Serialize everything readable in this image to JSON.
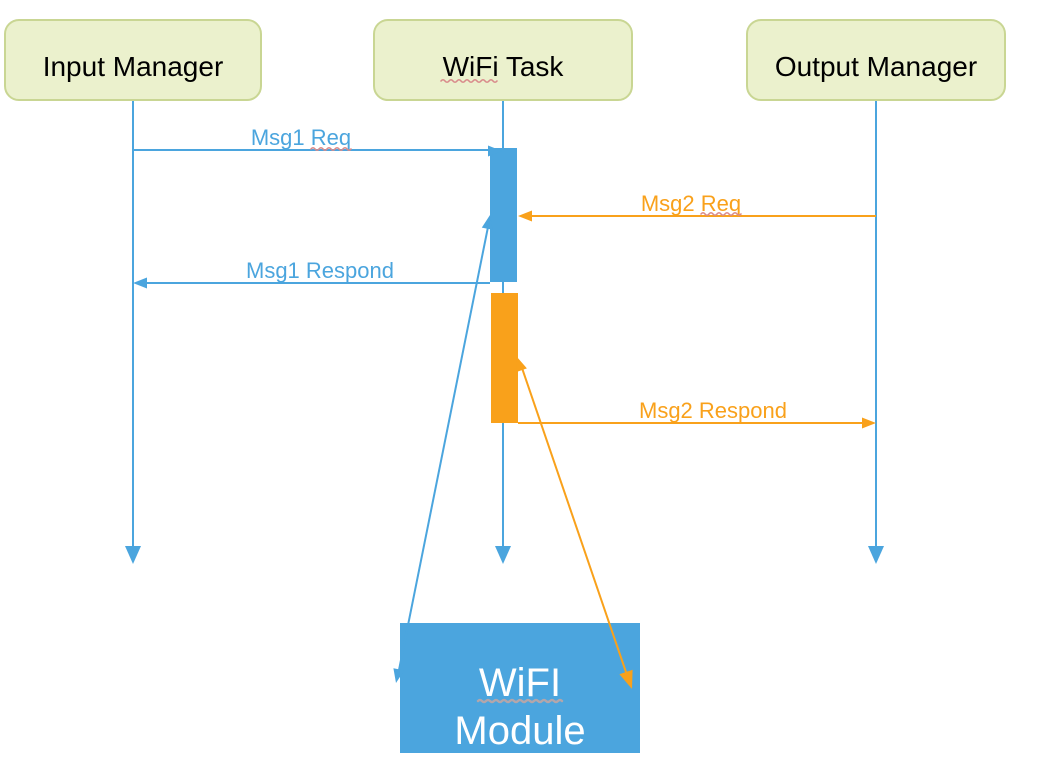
{
  "diagram": {
    "type": "sequence-diagram",
    "actors": [
      {
        "id": "input-manager",
        "label": "Input Manager"
      },
      {
        "id": "wifi-task",
        "label": "WiFi Task",
        "spellcheck_underlined_word": "WiFi"
      },
      {
        "id": "output-manager",
        "label": "Output Manager"
      }
    ],
    "messages": [
      {
        "id": "msg1-req",
        "label": "Msg1 Req",
        "from": "Input Manager",
        "to": "WiFi Task",
        "color": "blue",
        "spellcheck_underlined_word": "Req"
      },
      {
        "id": "msg2-req",
        "label": "Msg2 Req",
        "from": "Output Manager",
        "to": "WiFi Task",
        "color": "orange",
        "spellcheck_underlined_word": "Req"
      },
      {
        "id": "msg1-respond",
        "label": "Msg1 Respond",
        "from": "WiFi Task",
        "to": "Input Manager",
        "color": "blue"
      },
      {
        "id": "msg2-respond",
        "label": "Msg2 Respond",
        "from": "WiFi Task",
        "to": "Output Manager",
        "color": "orange"
      }
    ],
    "activation_bars": [
      {
        "id": "blue-activation",
        "color": "blue"
      },
      {
        "id": "orange-activation",
        "color": "orange"
      }
    ],
    "module_links": [
      {
        "id": "blue-module-link",
        "between": [
          "WiFi Task activation (blue)",
          "WiFI Module"
        ],
        "color": "blue",
        "double_headed": true
      },
      {
        "id": "orange-module-link",
        "between": [
          "WiFi Task activation (orange)",
          "WiFI Module"
        ],
        "color": "orange",
        "double_headed": true
      }
    ],
    "module": {
      "label_line1": "WiFI",
      "label_line2": "Module",
      "spellcheck_underlined_word": "WiFI"
    }
  },
  "palette": {
    "blue": "#4BA5DE",
    "orange": "#F9A11B",
    "actor_fill": "#EBF1CD",
    "actor_border": "#C9D693",
    "actor_text": "#000000",
    "module_text": "#FFFFFF",
    "spellcheck_red": "#D98B8B",
    "module_squiggle": "#B3A6AB",
    "background": "#FFFFFF"
  }
}
